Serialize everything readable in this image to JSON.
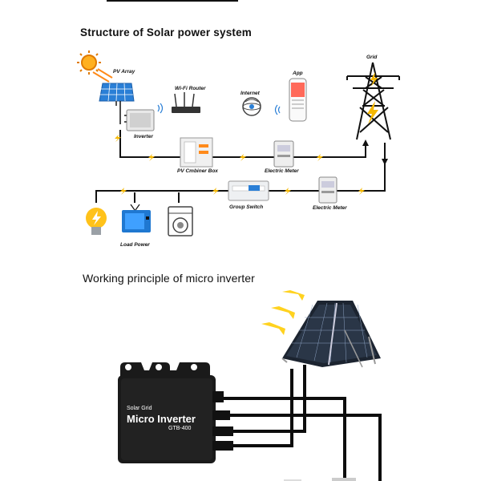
{
  "section1": {
    "title": "Structure of Solar power system",
    "labels": {
      "pv_array": "PV Array",
      "inverter": "Inverter",
      "wifi_router": "Wi-Fi Router",
      "internet": "Internet",
      "app": "App",
      "grid": "Grid",
      "pv_combiner_box": "PV Cmbiner Box",
      "electric_meter_1": "Electric Meter",
      "group_switch": "Group Switch",
      "electric_meter_2": "Electric Meter",
      "load_power": "Load Power"
    }
  },
  "section2": {
    "title": "Working principle of micro inverter",
    "inverter": {
      "line1": "Solar Grid",
      "line2": "Micro Inverter",
      "model": "GTB-400"
    }
  },
  "colors": {
    "lightning": "#f5b800",
    "line": "#111111",
    "panel_blue": "#2a7fd6",
    "inverter_body": "#1a1a1a"
  }
}
